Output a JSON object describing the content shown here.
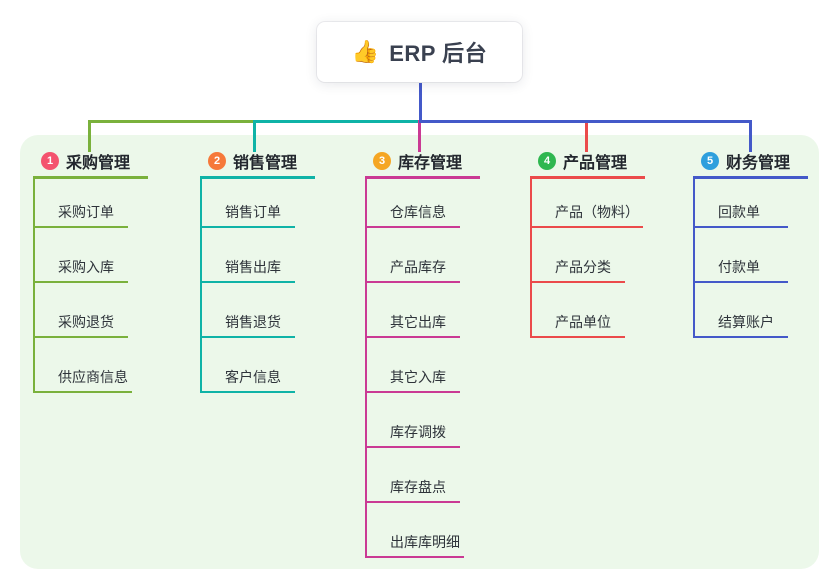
{
  "root": {
    "emoji": "👍",
    "label": "ERP 后台"
  },
  "branches": [
    {
      "number": "1",
      "label": "采购管理",
      "color": "#7ab13c",
      "badge_color": "#f4536e",
      "children": [
        "采购订单",
        "采购入库",
        "采购退货",
        "供应商信息"
      ]
    },
    {
      "number": "2",
      "label": "销售管理",
      "color": "#0fb3a7",
      "badge_color": "#f6793a",
      "children": [
        "销售订单",
        "销售出库",
        "销售退货",
        "客户信息"
      ]
    },
    {
      "number": "3",
      "label": "库存管理",
      "color": "#ca3a94",
      "badge_color": "#f5a623",
      "children": [
        "仓库信息",
        "产品库存",
        "其它出库",
        "其它入库",
        "库存调拨",
        "库存盘点",
        "出库库明细"
      ]
    },
    {
      "number": "4",
      "label": "产品管理",
      "color": "#eb4b4b",
      "badge_color": "#2fb750",
      "children": [
        "产品（物料）",
        "产品分类",
        "产品单位"
      ]
    },
    {
      "number": "5",
      "label": "财务管理",
      "color": "#4459c9",
      "badge_color": "#2e9fdd",
      "children": [
        "回款单",
        "付款单",
        "结算账户"
      ]
    }
  ],
  "colors": {
    "panel_bg": "#ecf8ea",
    "root_line": "#4459c9",
    "header_text": "#23272e",
    "child_text": "#2e333a"
  }
}
